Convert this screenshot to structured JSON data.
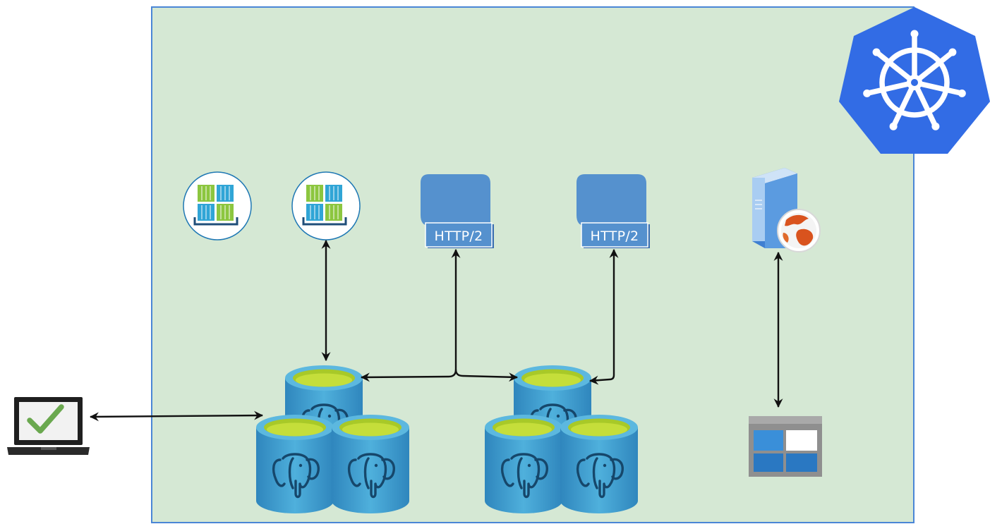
{
  "diagram": {
    "cluster": {
      "name": "kubernetes-cluster",
      "logo_icon": "kubernetes-helm-wheel-icon",
      "background": "#d5e8d4",
      "border": "#4a86d6"
    },
    "client": {
      "icon": "laptop-check-icon",
      "check_color": "#6aa84f"
    },
    "container_registries": [
      {
        "icon": "container-registry-icon"
      },
      {
        "icon": "container-registry-icon"
      }
    ],
    "http_services": [
      {
        "label": "HTTP/2",
        "icon": "http2-service-icon"
      },
      {
        "label": "HTTP/2",
        "icon": "http2-service-icon"
      }
    ],
    "web_server": {
      "icon": "web-server-globe-icon"
    },
    "dashboard": {
      "icon": "dashboard-window-icon"
    },
    "database_clusters": [
      {
        "icon": "postgresql-database-icon",
        "nodes": 3
      },
      {
        "icon": "postgresql-database-icon",
        "nodes": 3
      }
    ],
    "connections": [
      {
        "from": "laptop",
        "to": "database-cluster-1",
        "type": "bidirectional"
      },
      {
        "from": "container-registry-2",
        "to": "database-cluster-1",
        "type": "bidirectional"
      },
      {
        "from": "http-service-1",
        "to": "database-cluster-1",
        "type": "bidirectional"
      },
      {
        "from": "http-service-1",
        "to": "database-cluster-2",
        "type": "bidirectional"
      },
      {
        "from": "http-service-2",
        "to": "database-cluster-2",
        "type": "bidirectional"
      },
      {
        "from": "web-server",
        "to": "dashboard",
        "type": "bidirectional"
      }
    ],
    "colors": {
      "db_body": "#3d9bd0",
      "db_top": "#b9d433",
      "http_body": "#5591ce",
      "k8s_blue": "#326ce5",
      "registry_green": "#8cc63f",
      "registry_blue": "#30a5d6"
    }
  }
}
